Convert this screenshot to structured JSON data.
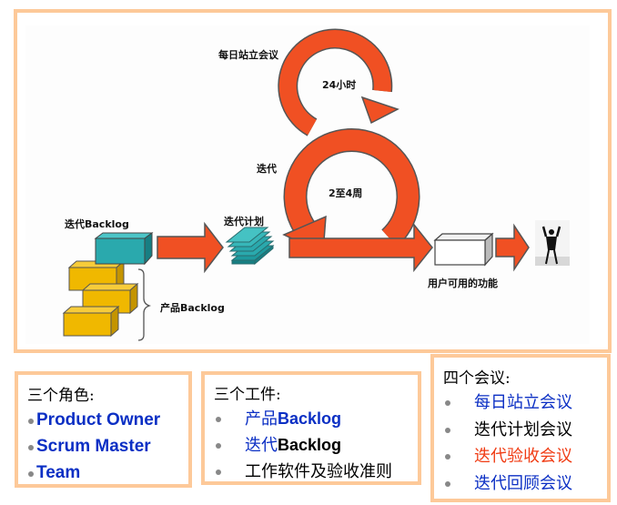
{
  "colors": {
    "frame_border": "#fdc999",
    "arrow_fill": "#f05023",
    "arrow_stroke": "#555555",
    "backlog_teal": "#2aa9ad",
    "product_backlog_yellow": "#f0b800",
    "link_blue": "#0b2fc4",
    "highlight_red": "#f03c14",
    "bullet_gray": "#888888"
  },
  "diagram": {
    "daily_meeting_label": "每日站立会议",
    "daily_cycle_label": "24小时",
    "iteration_label": "迭代",
    "iteration_cycle_label": "2至4周",
    "sprint_backlog_label": "迭代Backlog",
    "sprint_planning_label": "迭代计划",
    "product_backlog_label": "产品Backlog",
    "increment_label": "用户可用的功能",
    "icons": [
      "sprint-backlog-block-icon",
      "product-backlog-blocks-icon",
      "sprint-plan-stack-icon",
      "iteration-cycle-arrow-icon",
      "daily-cycle-arrow-icon",
      "increment-box-icon",
      "happy-user-icon",
      "flow-arrow-icon"
    ]
  },
  "roles": {
    "title": "三个角色:",
    "items": [
      "Product Owner",
      "Scrum Master",
      "Team"
    ]
  },
  "artifacts": {
    "title": "三个工件:",
    "items": [
      {
        "highlight": "产品",
        "rest": "Backlog",
        "highlight_color": "blue",
        "rest_color": "blue"
      },
      {
        "highlight": "迭代",
        "rest": "Backlog",
        "highlight_color": "blue",
        "rest_color": "black"
      },
      {
        "highlight": "",
        "rest": "工作软件及验收准则",
        "highlight_color": "",
        "rest_color": "black"
      }
    ]
  },
  "meetings": {
    "title": "四个会议:",
    "items": [
      {
        "label": "每日站立会议",
        "color": "#0b2fc4"
      },
      {
        "label": "迭代计划会议",
        "color": "#000000"
      },
      {
        "label": "迭代验收会议",
        "color": "#f03c14"
      },
      {
        "label": "迭代回顾会议",
        "color": "#0b2fc4"
      }
    ]
  }
}
